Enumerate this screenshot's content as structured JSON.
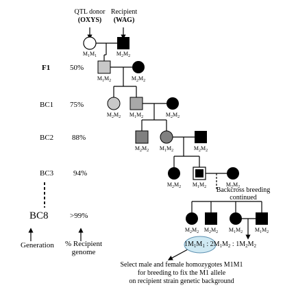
{
  "founders": {
    "donor_title": "QTL donor",
    "donor_strain": "(OXYS)",
    "recipient_title": "Recipient",
    "recipient_strain": "(WAG)",
    "donor_genotype": "M1M1",
    "recipient_genotype": "M2M2"
  },
  "generations": [
    {
      "name": "F1",
      "pct": "50%"
    },
    {
      "name": "BC1",
      "pct": "75%"
    },
    {
      "name": "BC2",
      "pct": "88%"
    },
    {
      "name": "BC3",
      "pct": "94%"
    },
    {
      "name": "BC8",
      "pct": ">99%"
    }
  ],
  "genotypes": {
    "f1_male": "M1M2",
    "f1_female": "M2M2",
    "bc1_female": "M2M2",
    "bc1_male": "M1M2",
    "bc1_mate": "M2M2",
    "bc2_male": "M2M2",
    "bc2_female": "M1M2",
    "bc2_mate": "M2M2",
    "bc3_female": "M2M2",
    "bc3_male": "M1M2",
    "bc3_mate": "M2M2",
    "bc8_1": "M2M2",
    "bc8_2": "M2M2",
    "bc8_3": "M1M2",
    "bc8_4": "M1M2"
  },
  "continued_label": "Backcross breeding continued",
  "ratio": {
    "first": "1M1M1",
    "second": "2M1M2",
    "third": "1M2M2"
  },
  "axis_labels": {
    "generation": "Generation",
    "recipient_genome": "% Recipient genome"
  },
  "caption": [
    "Select male and female homozygotes M1M1",
    "for breeding to fix the M1 allele",
    "on recipient strain genetic background"
  ],
  "colors": {
    "black": "#000000",
    "light_gray": "#c8c8c8",
    "mid_gray": "#a8a8a8",
    "dark_gray": "#808080",
    "ellipse": "#cfe9f3"
  }
}
